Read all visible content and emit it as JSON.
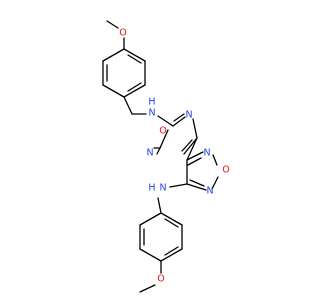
{
  "colors": {
    "carbon": "#000000",
    "nitrogen": "#2244dd",
    "oxygen": "#ee1111",
    "background": "#ffffff"
  },
  "atoms": [
    {
      "id": "o_top",
      "label": "O",
      "element": "O"
    },
    {
      "id": "n_top",
      "label": "N",
      "element": "N"
    },
    {
      "id": "h_top",
      "label": "H",
      "element": "N"
    },
    {
      "id": "n_oxd_a",
      "label": "N",
      "element": "N"
    },
    {
      "id": "o_oxd",
      "label": "O",
      "element": "O"
    },
    {
      "id": "n_oxd_b",
      "label": "N",
      "element": "N"
    },
    {
      "id": "n_fz_a",
      "label": "N",
      "element": "N"
    },
    {
      "id": "o_fz",
      "label": "O",
      "element": "O"
    },
    {
      "id": "n_fz_b",
      "label": "N",
      "element": "N"
    },
    {
      "id": "n_bot",
      "label": "N",
      "element": "N"
    },
    {
      "id": "h_bot",
      "label": "H",
      "element": "N"
    },
    {
      "id": "o_bot",
      "label": "O",
      "element": "O"
    }
  ]
}
